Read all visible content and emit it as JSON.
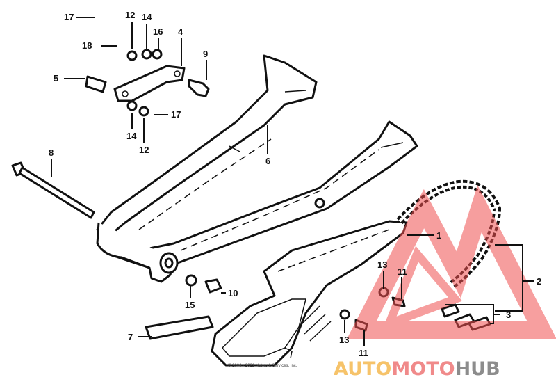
{
  "diagram": {
    "callouts": {
      "c17a": "17",
      "c12a": "12",
      "c14a": "14",
      "c16": "16",
      "c4": "4",
      "c18": "18",
      "c9": "9",
      "c5": "5",
      "c17b": "17",
      "c14b": "14",
      "c12b": "12",
      "c8": "8",
      "c6": "6",
      "c1": "1",
      "c2": "2",
      "c3": "3",
      "c13a": "13",
      "c11a": "11",
      "c10": "10",
      "c15": "15",
      "c7": "7",
      "c13b": "13",
      "c11b": "11"
    },
    "copyright": "© 2004 - 2021 Network Services, Inc."
  },
  "watermark": {
    "part1": "AUTO",
    "part2": "MOTO",
    "part3": "HUB",
    "colors": {
      "auto": "#f6c36a",
      "moto": "#f08a8a",
      "hub": "#8c8c8c",
      "triangle": "#f05050"
    }
  }
}
